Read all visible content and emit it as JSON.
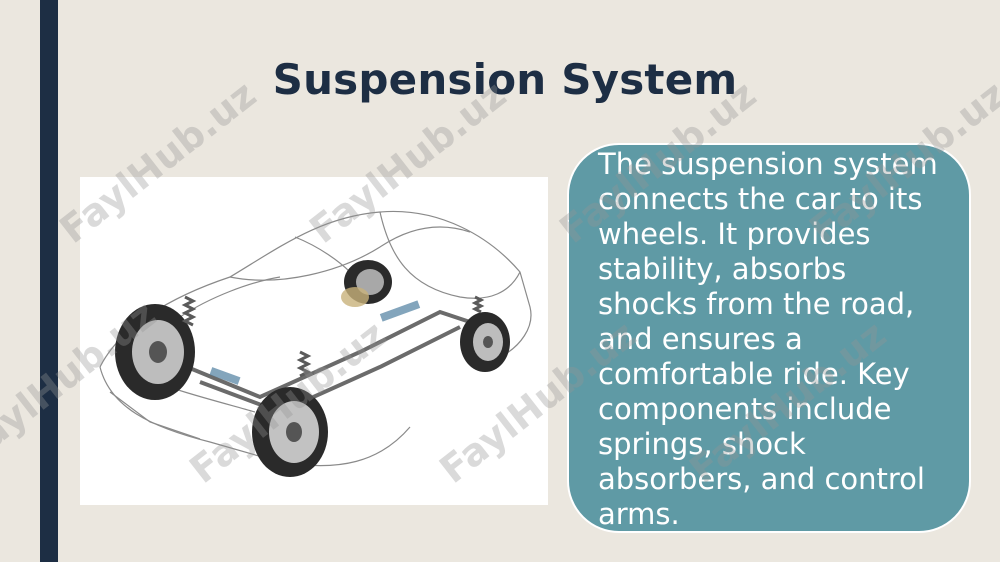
{
  "slide": {
    "title": "Suspension System",
    "body": "The suspension system connects the car to its wheels. It provides stability, absorbs shocks from the road, and ensures a comfortable ride. Key components include springs, shock absorbers, and control arms."
  },
  "image": {
    "subject": "car-chassis-suspension-illustration"
  },
  "watermark": {
    "text": "FaylHub.uz"
  },
  "colors": {
    "background": "#ebe7df",
    "accent_bar": "#1d2e44",
    "title": "#1d2e44",
    "card": "#5f9aa5",
    "card_text": "#ffffff"
  }
}
